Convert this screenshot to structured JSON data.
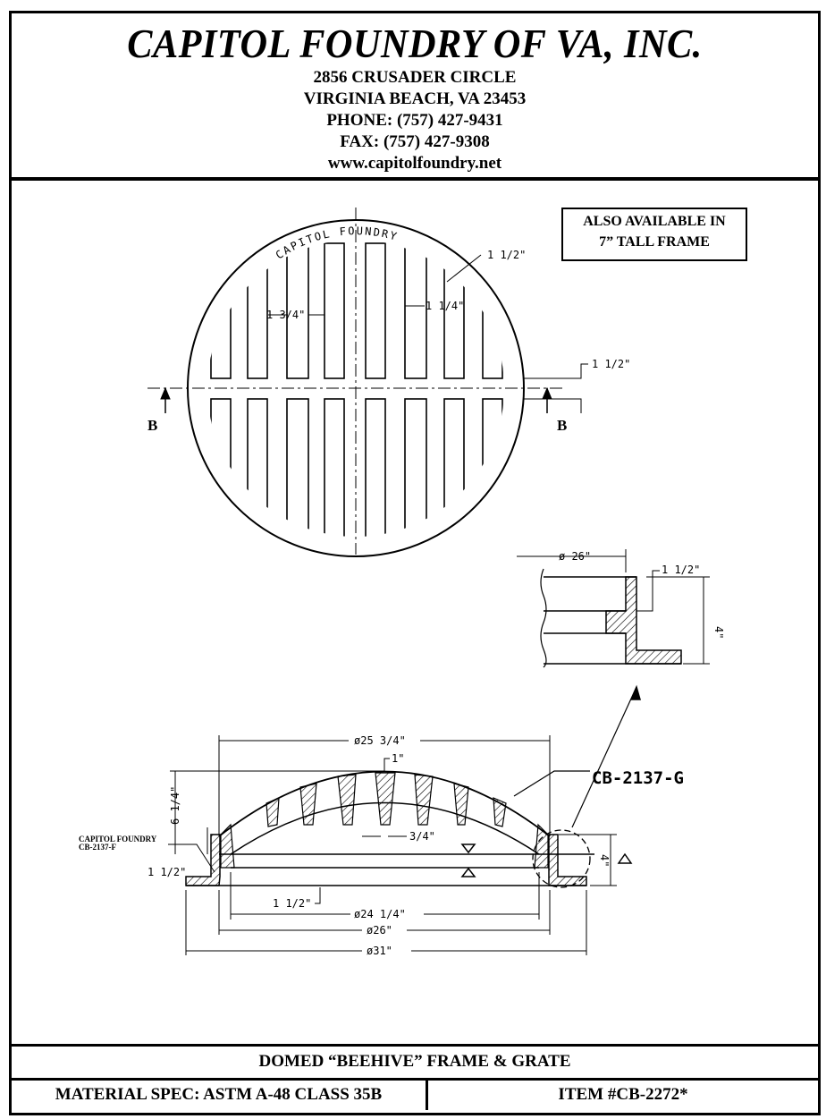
{
  "header": {
    "company": "CAPITOL FOUNDRY OF VA, INC.",
    "address1": "2856 CRUSADER CIRCLE",
    "address2": "VIRGINIA BEACH, VA 23453",
    "phone": "PHONE: (757) 427-9431",
    "fax": "FAX: (757) 427-9308",
    "website": "www.capitolfoundry.net"
  },
  "note": {
    "line1": "ALSO AVAILABLE IN",
    "line2": "7” TALL FRAME"
  },
  "plan_view": {
    "arc_text": "CAPITOL FOUNDRY",
    "dim_rim": "1 1/2\"",
    "dim_slot": "1 3/4\"",
    "dim_bar": "1 1/4\"",
    "dim_center": "1 1/2\"",
    "section_left": "B",
    "section_right": "B"
  },
  "detail": {
    "dim_diameter": "ø 26\"",
    "dim_lip": "1 1/2\"",
    "dim_height": "4\""
  },
  "section_view": {
    "dim_top": "ø25 3/4\"",
    "dim_crown": "1\"",
    "dim_height": "6 1/4\"",
    "grate_label": "CB-2137-G",
    "dim_rib": "3/4\"",
    "frame_label1": "CAPITOL FOUNDRY",
    "frame_label2": "CB-2137-F",
    "dim_flange": "1 1/2\"",
    "dim_seat": "1 1/2\"",
    "dim_inner": "ø24 1/4\"",
    "dim_frame": "ø26\"",
    "dim_overall": "ø31\"",
    "dim_frame_height": "4\""
  },
  "footer": {
    "title": "DOMED “BEEHIVE” FRAME & GRATE",
    "material": "MATERIAL SPEC:  ASTM A-48 CLASS 35B",
    "item": "ITEM #CB-2272*"
  }
}
